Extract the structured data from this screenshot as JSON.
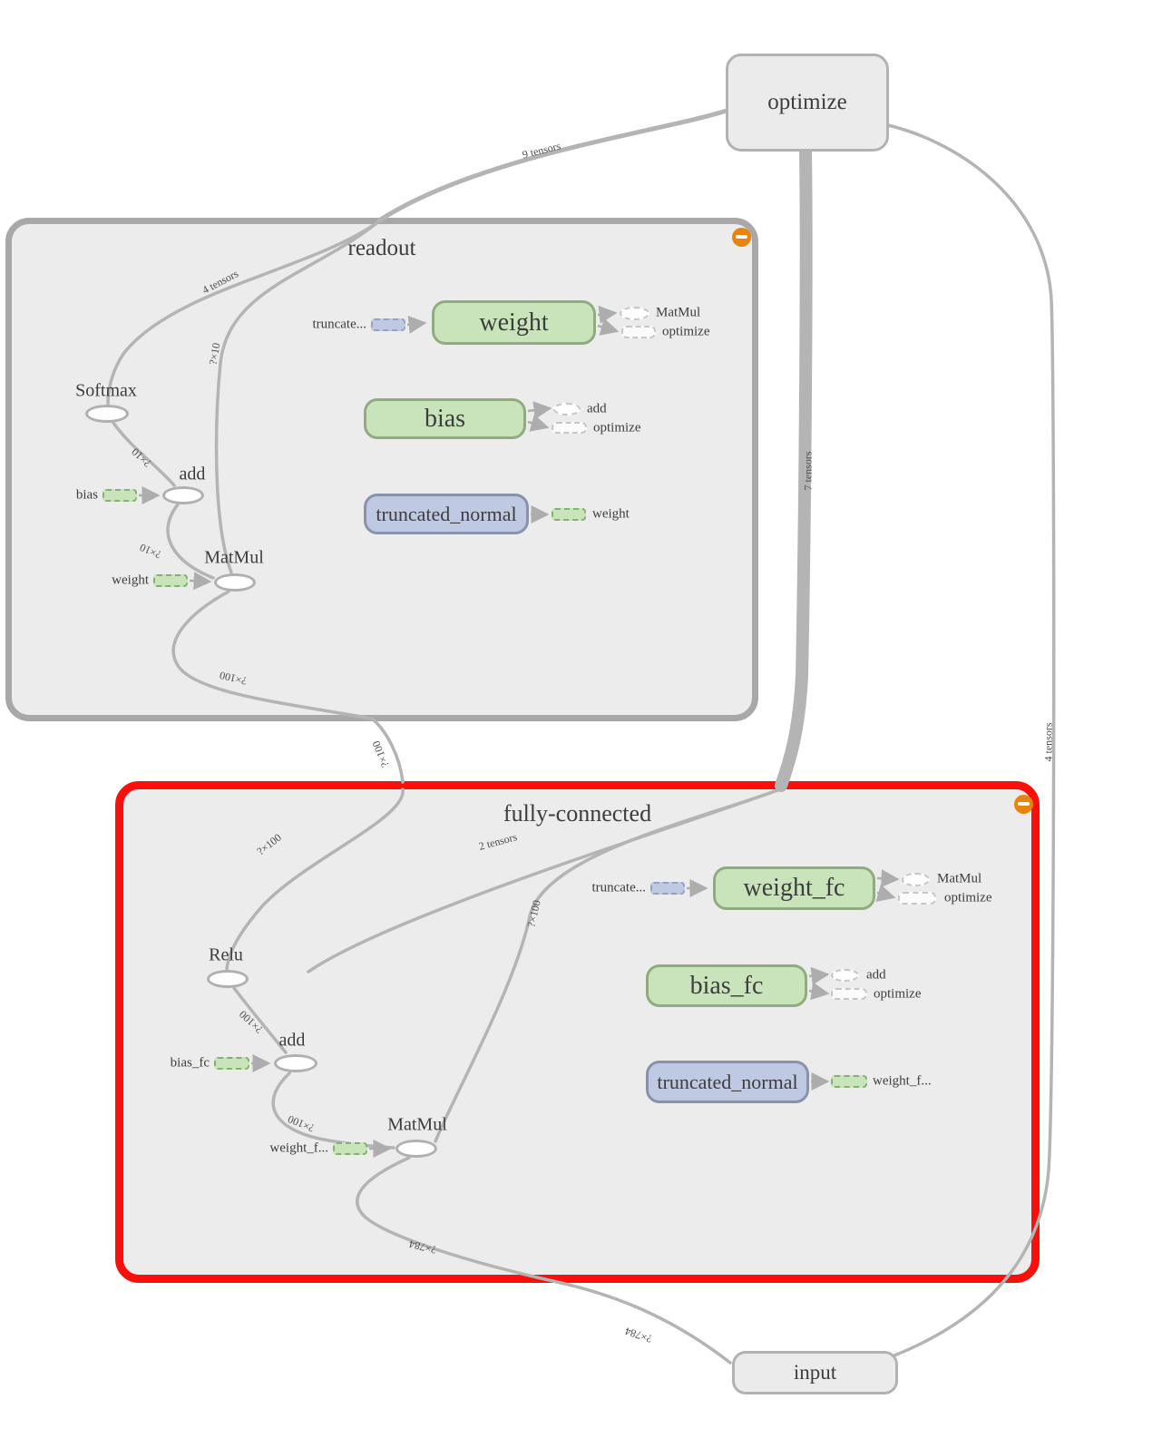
{
  "groups": {
    "readout": {
      "title": "readout"
    },
    "fully_connected": {
      "title": "fully-connected"
    }
  },
  "nodes": {
    "optimize": "optimize",
    "input": "input",
    "weight": "weight",
    "bias": "bias",
    "truncated_normal": "truncated_normal",
    "weight_fc": "weight_fc",
    "bias_fc": "bias_fc",
    "truncated_normal_fc": "truncated_normal"
  },
  "ops": {
    "softmax": "Softmax",
    "add_readout": "add",
    "matmul_readout": "MatMul",
    "relu": "Relu",
    "add_fc": "add",
    "matmul_fc": "MatMul"
  },
  "stubs": {
    "readout": {
      "truncate_in": "truncate...",
      "weight_out_matmul": "MatMul",
      "weight_out_optimize": "optimize",
      "bias_out_add": "add",
      "bias_out_optimize": "optimize",
      "tn_out_weight": "weight",
      "bias_in": "bias",
      "weight_in": "weight"
    },
    "fc": {
      "truncate_in": "truncate...",
      "weight_fc_out_matmul": "MatMul",
      "weight_fc_out_optimize": "optimize",
      "bias_fc_out_add": "add",
      "bias_fc_out_optimize": "optimize",
      "tn_out_weight_f": "weight_f...",
      "bias_fc_in": "bias_fc",
      "weight_f_in": "weight_f..."
    }
  },
  "edge_labels": {
    "nine_tensors": "9 tensors",
    "four_tensors_readout": "4 tensors",
    "qx10_entry": "?×10",
    "qx10_softmax_add": "?×10",
    "qx10_add_matmul": "?×10",
    "qx100_matmul_out": "?×100",
    "qx100_between": "?×100",
    "qx100_relu_up": "?×100",
    "two_tensors": "2 tensors",
    "qx100_entry_fc": "?×100",
    "qx100_relu_add": "?×100",
    "qx100_add_matmul_fc": "?×100",
    "qx784_matmul_out": "?×784",
    "qx784_to_input": "?×784",
    "seven_tensors": "7 tensors",
    "four_tensors_right": "4 tensors"
  },
  "colors": {
    "selection_red": "#f90f0b",
    "group_fill": "#ececec",
    "group_border": "#a8a8a8",
    "node_gray_fill": "#ebebeb",
    "node_green_fill": "#c9e4ba",
    "node_green_border": "#90ab81",
    "node_blue_fill": "#bfc9e2",
    "node_blue_border": "#8792ab",
    "edge_gray": "#b4b4b4",
    "collapse_orange": "#e8830f",
    "text": "#3d3d3d"
  }
}
